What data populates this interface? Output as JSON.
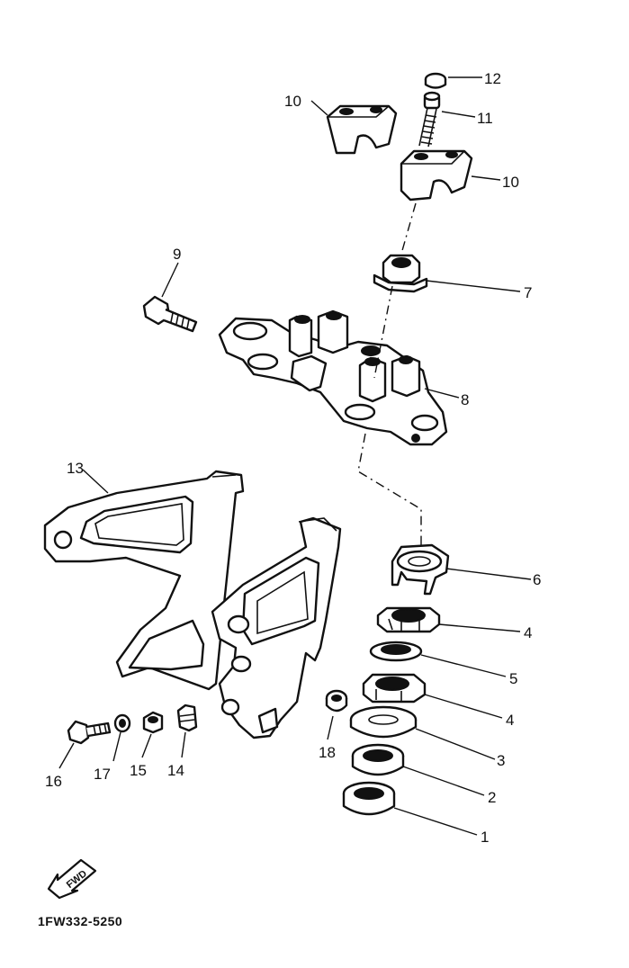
{
  "diagram": {
    "part_code": "1FW332-5250",
    "fwd_label": "FWD",
    "callouts": [
      {
        "id": "c1",
        "label": "1"
      },
      {
        "id": "c2",
        "label": "2"
      },
      {
        "id": "c3",
        "label": "3"
      },
      {
        "id": "c4a",
        "label": "4"
      },
      {
        "id": "c4b",
        "label": "4"
      },
      {
        "id": "c5",
        "label": "5"
      },
      {
        "id": "c6",
        "label": "6"
      },
      {
        "id": "c7",
        "label": "7"
      },
      {
        "id": "c8",
        "label": "8"
      },
      {
        "id": "c9",
        "label": "9"
      },
      {
        "id": "c10a",
        "label": "10"
      },
      {
        "id": "c10b",
        "label": "10"
      },
      {
        "id": "c11",
        "label": "11"
      },
      {
        "id": "c12",
        "label": "12"
      },
      {
        "id": "c13",
        "label": "13"
      },
      {
        "id": "c14",
        "label": "14"
      },
      {
        "id": "c15",
        "label": "15"
      },
      {
        "id": "c16",
        "label": "16"
      },
      {
        "id": "c17",
        "label": "17"
      },
      {
        "id": "c18",
        "label": "18"
      }
    ]
  }
}
